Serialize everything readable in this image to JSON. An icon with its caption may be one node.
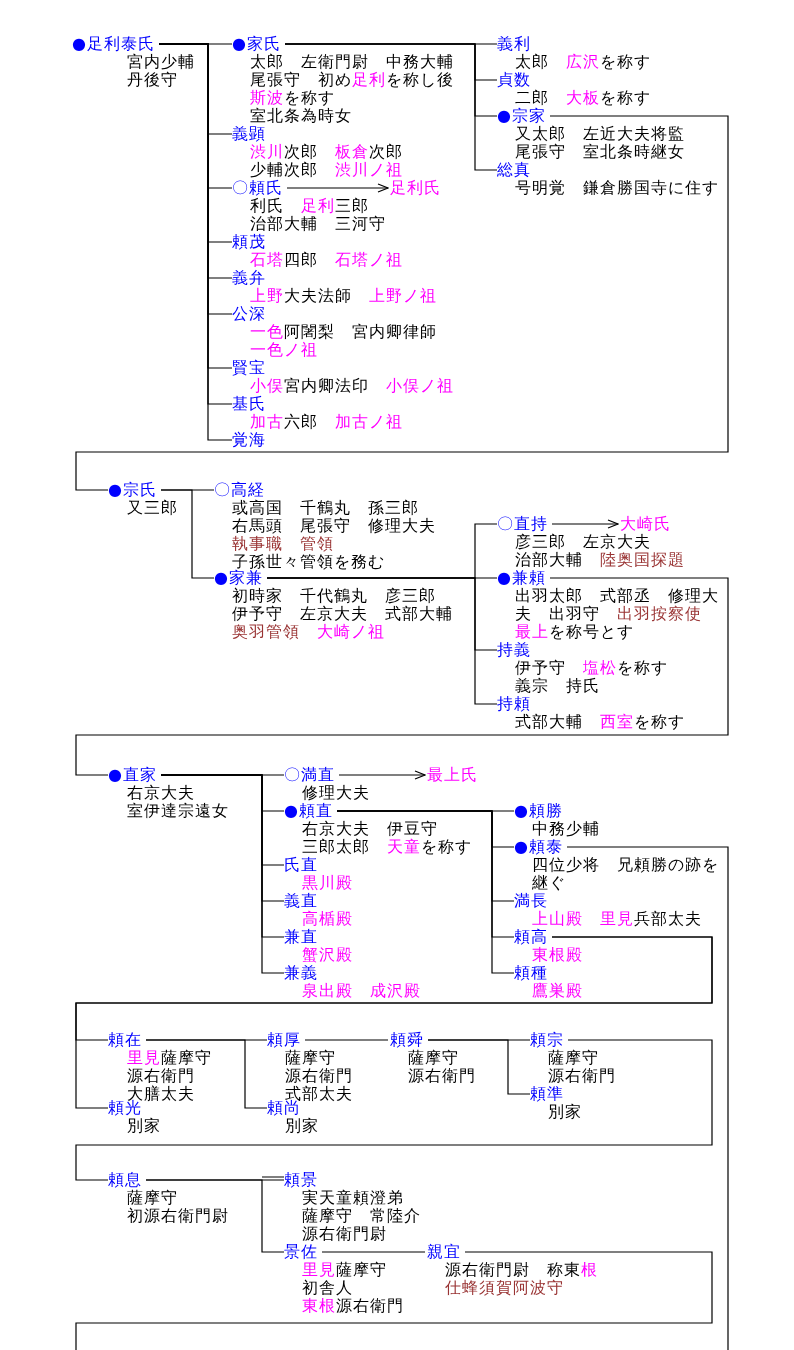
{
  "diagram": {
    "nodes": [
      {
        "text": [
          "●足利泰氏",
          "宮内少輔",
          "丹後守"
        ]
      },
      {
        "text": [
          "●家氏",
          "太郎　左衛門尉　中務大輔",
          "尾張守　初め**足利**を称し後**斯波**を称す",
          "室北条為時女"
        ]
      },
      {
        "text": [
          "義顕",
          "**渋川**次郎　**板倉**次郎",
          "少輔次郎　**渋川ノ祖**"
        ]
      },
      {
        "text": [
          "〇頼氏",
          "利氏　**足利**三郎",
          "治部大輔　三河守"
        ]
      },
      {
        "text": [
          "足利氏"
        ]
      },
      {
        "text": [
          "頼茂",
          "**石塔**四郎　**石塔ノ祖**"
        ]
      },
      {
        "text": [
          "義弁",
          "**上野**大夫法師　**上野ノ祖**"
        ]
      },
      {
        "text": [
          "公深",
          "**一色**阿闍梨　宮内卿律師",
          "**一色ノ祖**"
        ]
      },
      {
        "text": [
          "賢宝",
          "**小俣**宮内卿法印　**小俣ノ祖**"
        ]
      },
      {
        "text": [
          "基氏",
          "**加古**六郎　**加古ノ祖**"
        ]
      },
      {
        "text": [
          "覚海"
        ]
      },
      {
        "text": [
          "義利",
          "太郎　**広沢**を称す"
        ]
      },
      {
        "text": [
          "貞数",
          "二郎　**大板**を称す"
        ]
      },
      {
        "text": [
          "●宗家",
          "又太郎　左近大夫将監",
          "尾張守　室北条時継女"
        ]
      },
      {
        "text": [
          "総真",
          "号明覚　鎌倉勝国寺に住す"
        ]
      },
      {
        "text": [
          "●宗氏",
          "又三郎"
        ]
      },
      {
        "text": [
          "〇高経",
          "或高国　千鶴丸　孫三郎",
          "右馬頭　尾張守　修理大夫",
          "*執事職　管領*",
          "子孫世々管領を務む"
        ]
      },
      {
        "text": [
          "●家兼",
          "初時家　千代鶴丸　彦三郎",
          "伊予守　左京大夫　式部大輔",
          "*奥羽管領*　**大崎ノ祖**"
        ]
      },
      {
        "text": [
          "〇直持",
          "彦三郎　左京大夫",
          "治部大輔　*陸奥国探題*"
        ]
      },
      {
        "text": [
          "大崎氏"
        ]
      },
      {
        "text": [
          "●兼頼",
          "出羽太郎　式部丞　修理大夫　出羽守　*出羽按察使*",
          "**最上**を称号とす"
        ]
      },
      {
        "text": [
          "持義",
          "伊予守　**塩松**を称す",
          "義宗　持氏"
        ]
      },
      {
        "text": [
          "持頼",
          "式部大輔　**西室**を称す"
        ]
      },
      {
        "text": [
          "●直家",
          "右京大夫",
          "室伊達宗遠女"
        ]
      },
      {
        "text": [
          "〇満直",
          "修理大夫"
        ]
      },
      {
        "text": [
          "最上氏"
        ]
      },
      {
        "text": [
          "●頼直",
          "右京大夫　伊豆守",
          "三郎太郎　**天童**を称す"
        ]
      },
      {
        "text": [
          "氏直",
          "**黒川殿**"
        ]
      },
      {
        "text": [
          "義直",
          "**高楯殿**"
        ]
      },
      {
        "text": [
          "兼直",
          "**蟹沢殿**"
        ]
      },
      {
        "text": [
          "兼義",
          "**泉出殿**　**成沢殿**"
        ]
      },
      {
        "text": [
          "●頼勝",
          "中務少輔"
        ]
      },
      {
        "text": [
          "●頼泰",
          "四位少将　兄頼勝の跡を継ぐ"
        ]
      },
      {
        "text": [
          "満長",
          "**上山殿**　**里見**兵部太夫"
        ]
      },
      {
        "text": [
          "頼高",
          "**東根殿**"
        ]
      },
      {
        "text": [
          "頼種",
          "**鷹巣殿**"
        ]
      },
      {
        "text": [
          "頼在",
          "**里見**薩摩守",
          "源右衛門",
          "大膳太夫"
        ]
      },
      {
        "text": [
          "頼光",
          "別家"
        ]
      },
      {
        "text": [
          "頼厚",
          "薩摩守",
          "源右衛門",
          "式部太夫"
        ]
      },
      {
        "text": [
          "頼尚",
          "別家"
        ]
      },
      {
        "text": [
          "頼舜",
          "薩摩守",
          "源右衛門"
        ]
      },
      {
        "text": [
          "頼宗",
          "薩摩守",
          "源右衛門"
        ]
      },
      {
        "text": [
          "頼準",
          "別家"
        ]
      },
      {
        "text": [
          "頼息",
          "薩摩守",
          "初源右衛門尉"
        ]
      },
      {
        "text": [
          "頼景",
          "実天童頼澄弟",
          "薩摩守　常陸介",
          "源右衛門尉"
        ]
      },
      {
        "text": [
          "景佐",
          "**里見**薩摩守",
          "初舎人",
          "**東根**源右衛門"
        ]
      },
      {
        "text": [
          "親宜",
          "源右衛門尉　称東**根**",
          "*仕蜂須賀阿波守*"
        ]
      }
    ],
    "edges": [
      {
        "from": 0,
        "to": 1,
        "arrow": "none"
      },
      {
        "from": 0,
        "to": 2,
        "arrow": "none"
      },
      {
        "from": 0,
        "to": 3,
        "arrow": "none"
      },
      {
        "from": 0,
        "to": 5,
        "arrow": "none"
      },
      {
        "from": 0,
        "to": 6,
        "arrow": "none"
      },
      {
        "from": 0,
        "to": 7,
        "arrow": "none"
      },
      {
        "from": 0,
        "to": 8,
        "arrow": "none"
      },
      {
        "from": 0,
        "to": 9,
        "arrow": "none"
      },
      {
        "from": 0,
        "to": 10,
        "arrow": "none"
      },
      {
        "from": 3,
        "to": 4,
        "arrow": "to"
      },
      {
        "from": 1,
        "to": 11,
        "arrow": "none"
      },
      {
        "from": 1,
        "to": 12,
        "arrow": "none"
      },
      {
        "from": 1,
        "to": 13,
        "arrow": "none"
      },
      {
        "from": 1,
        "to": 14,
        "arrow": "none"
      },
      {
        "from": 13,
        "to": 15,
        "arrow": "none"
      },
      {
        "from": 15,
        "to": 16,
        "arrow": "none"
      },
      {
        "from": 15,
        "to": 17,
        "arrow": "none"
      },
      {
        "from": 17,
        "to": 18,
        "arrow": "none"
      },
      {
        "from": 17,
        "to": 20,
        "arrow": "none"
      },
      {
        "from": 17,
        "to": 21,
        "arrow": "none"
      },
      {
        "from": 17,
        "to": 22,
        "arrow": "none"
      },
      {
        "from": 18,
        "to": 19,
        "arrow": "to"
      },
      {
        "from": 20,
        "to": 23,
        "arrow": "none"
      },
      {
        "from": 23,
        "to": 24,
        "arrow": "none"
      },
      {
        "from": 23,
        "to": 26,
        "arrow": "none"
      },
      {
        "from": 23,
        "to": 27,
        "arrow": "none"
      },
      {
        "from": 23,
        "to": 28,
        "arrow": "none"
      },
      {
        "from": 23,
        "to": 29,
        "arrow": "none"
      },
      {
        "from": 23,
        "to": 30,
        "arrow": "none"
      },
      {
        "from": 24,
        "to": 25,
        "arrow": "to"
      },
      {
        "from": 26,
        "to": 31,
        "arrow": "none"
      },
      {
        "from": 26,
        "to": 32,
        "arrow": "none"
      },
      {
        "from": 26,
        "to": 33,
        "arrow": "none"
      },
      {
        "from": 26,
        "to": 34,
        "arrow": "none"
      },
      {
        "from": 26,
        "to": 35,
        "arrow": "none"
      },
      {
        "from": 32,
        "to": null,
        "arrow": "none"
      },
      {
        "from": 34,
        "to": 36,
        "arrow": "none"
      },
      {
        "from": 34,
        "to": 37,
        "arrow": "none"
      },
      {
        "from": 36,
        "to": 38,
        "arrow": "none"
      },
      {
        "from": 36,
        "to": 39,
        "arrow": "none"
      },
      {
        "from": 38,
        "to": 40,
        "arrow": "none"
      },
      {
        "from": 40,
        "to": 41,
        "arrow": "none"
      },
      {
        "from": 40,
        "to": 42,
        "arrow": "none"
      },
      {
        "from": 41,
        "to": 43,
        "arrow": "none"
      },
      {
        "from": 43,
        "to": 44,
        "arrow": "none"
      },
      {
        "from": 43,
        "to": 45,
        "arrow": "none"
      },
      {
        "from": 45,
        "to": 46,
        "arrow": "none"
      },
      {
        "from": 46,
        "to": null,
        "arrow": "none"
      }
    ]
  }
}
